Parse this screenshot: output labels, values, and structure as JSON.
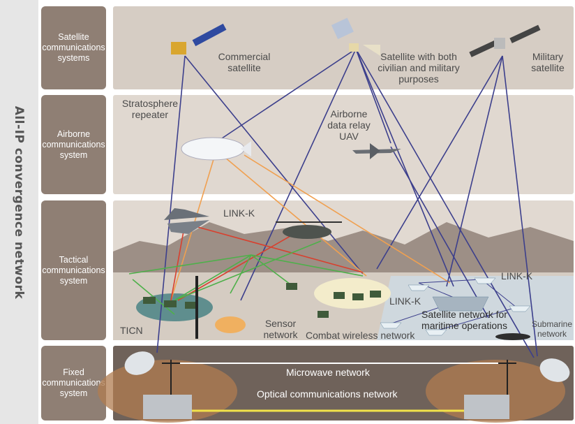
{
  "sidebar_title": "All-IP convergence network",
  "rows": [
    {
      "label": "Satellite communications systems"
    },
    {
      "label": "Airborne communications system"
    },
    {
      "label": "Tactical communications system"
    },
    {
      "label": "Fixed communications system"
    }
  ],
  "labels": {
    "commercial_satellite": "Commercial\nsatellite",
    "dual_satellite": "Satellite with both\ncivilian and military\npurposes",
    "military_satellite": "Military\nsatellite",
    "stratosphere_repeater": "Stratosphere\nrepeater",
    "airborne_uav": "Airborne\ndata relay\nUAV",
    "link_k_1": "LINK-K",
    "link_k_2": "LINK-K",
    "link_k_3": "LINK-K",
    "ticn": "TICN",
    "sensor_network": "Sensor\nnetwork",
    "combat_wireless": "Combat wireless network",
    "maritime": "Satellite network for\nmaritime operations",
    "submarine": "Submarine\nnetwork",
    "microwave": "Microwave network",
    "optical": "Optical communications network"
  },
  "colors": {
    "label_box": "#8f7f74",
    "band_satellite": "#d6cdc4",
    "band_airborne": "#e0d8d0",
    "band_tactical_sky": "#e1d9d1",
    "band_fixed": "#6f625a",
    "link_blue": "#3c3f8c",
    "link_orange": "#f0a050",
    "link_red": "#d8402e",
    "link_green": "#4eb04a",
    "link_yellow": "#f2e24a"
  }
}
